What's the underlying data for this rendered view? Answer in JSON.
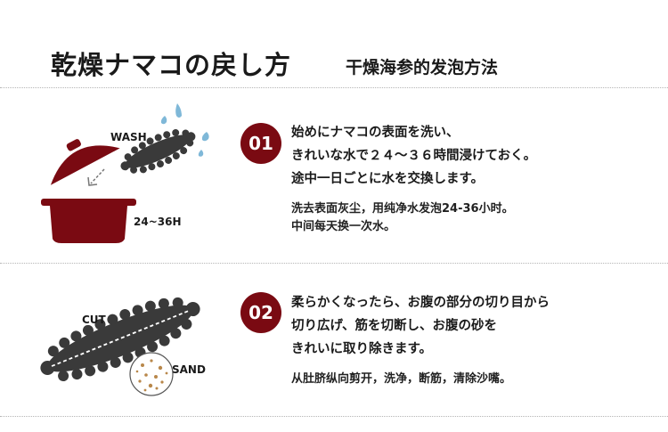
{
  "header": {
    "title_ja": "乾燥ナマコの戻し方",
    "title_zh": "干燥海参的发泡方法"
  },
  "steps": [
    {
      "number": "01",
      "labels": {
        "wash": "WASH",
        "duration": "24~36H"
      },
      "text_ja": [
        "始めにナマコの表面を洗い、",
        "きれいな水で２４～３６時間浸けておく。",
        "途中一日ごとに水を交換します。"
      ],
      "text_zh": [
        "洗去表面灰尘，用纯净水发泡24-36小时。",
        "中间每天换一次水。"
      ]
    },
    {
      "number": "02",
      "labels": {
        "cut": "CUT",
        "sand": "SAND"
      },
      "text_ja": [
        "柔らかくなったら、お腹の部分の切り目から",
        "切り広げ、筋を切断し、お腹の砂を",
        "きれいに取り除きます。"
      ],
      "text_zh": [
        "从肚脐纵向剪开，洗净，断筋，清除沙嘴。"
      ]
    }
  ],
  "colors": {
    "accent": "#7a0a12",
    "cucumber": "#3a3a3a",
    "water": "#7fb8d8"
  }
}
